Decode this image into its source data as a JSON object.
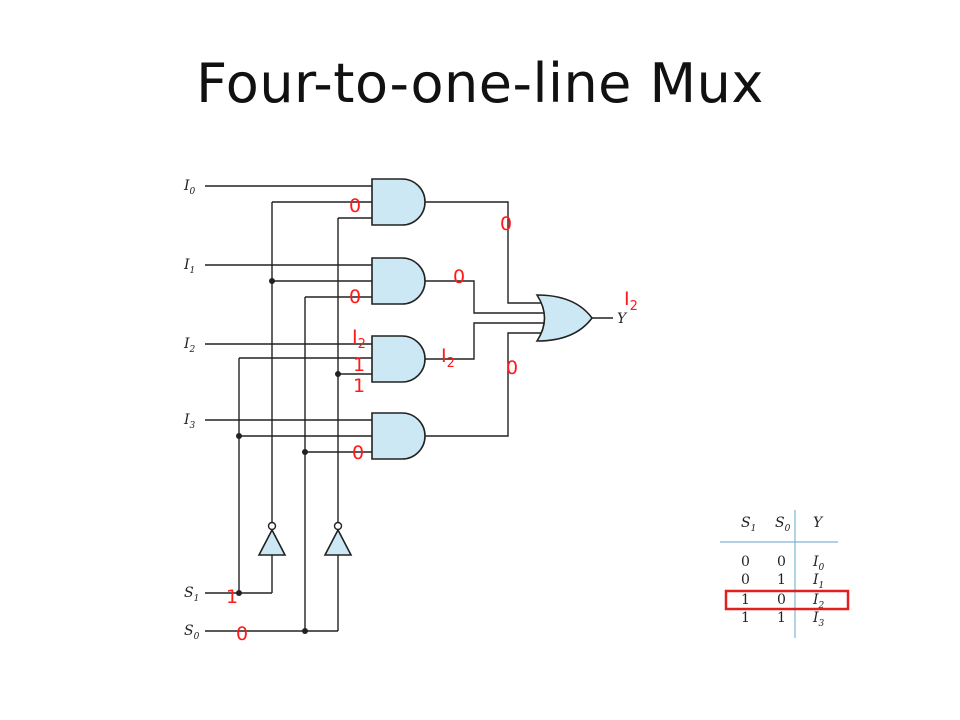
{
  "title": "Four-to-one-line Mux",
  "inputs": {
    "i0": {
      "base": "I",
      "sub": "0"
    },
    "i1": {
      "base": "I",
      "sub": "1"
    },
    "i2": {
      "base": "I",
      "sub": "2"
    },
    "i3": {
      "base": "I",
      "sub": "3"
    },
    "s1": {
      "base": "S",
      "sub": "1"
    },
    "s0": {
      "base": "S",
      "sub": "0"
    },
    "y": "Y"
  },
  "annotations": {
    "g0_a": "0",
    "g1_b": "0",
    "g2_a_base": "I",
    "g2_a_sub": "2",
    "g2_b": "1",
    "g2_c": "1",
    "g3_c": "0",
    "out0": "0",
    "out1": "0",
    "out2_base": "I",
    "out2_sub": "2",
    "out3": "0",
    "y_base": "I",
    "y_sub": "2",
    "s1_val": "1",
    "s0_val": "0"
  },
  "truth_table": {
    "headers": [
      {
        "base": "S",
        "sub": "1"
      },
      {
        "base": "S",
        "sub": "0"
      },
      {
        "base": "Y",
        "sub": ""
      }
    ],
    "rows": [
      {
        "s1": "0",
        "s0": "0",
        "y_base": "I",
        "y_sub": "0"
      },
      {
        "s1": "0",
        "s0": "1",
        "y_base": "I",
        "y_sub": "1"
      },
      {
        "s1": "1",
        "s0": "0",
        "y_base": "I",
        "y_sub": "2"
      },
      {
        "s1": "1",
        "s0": "1",
        "y_base": "I",
        "y_sub": "3"
      }
    ],
    "highlight_row": 2,
    "highlight_color": "#e02020"
  },
  "colors": {
    "annotation": "#ff1a1a",
    "gate_fill": "#cde8f5",
    "table_rule": "#7fb3d5"
  }
}
